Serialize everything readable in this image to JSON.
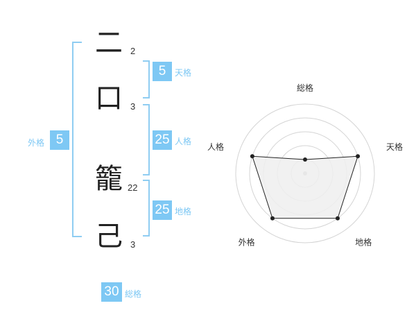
{
  "characters": [
    {
      "char": "二",
      "strokes": "2"
    },
    {
      "char": "口",
      "strokes": "3"
    },
    {
      "char": "籠",
      "strokes": "22"
    },
    {
      "char": "己",
      "strokes": "3"
    }
  ],
  "kaku": {
    "tenkaku": {
      "value": "5",
      "label": "天格"
    },
    "jinkaku": {
      "value": "25",
      "label": "人格"
    },
    "chikaku": {
      "value": "25",
      "label": "地格"
    },
    "gaikaku": {
      "value": "5",
      "label": "外格"
    },
    "soukaku": {
      "value": "30",
      "label": "総格"
    }
  },
  "chart_data": {
    "type": "radar",
    "axes": [
      "総格",
      "天格",
      "地格",
      "外格",
      "人格"
    ],
    "values": [
      0.2,
      0.8,
      0.8,
      0.8,
      0.8
    ],
    "range": [
      0,
      1
    ],
    "rings": 5,
    "colors": {
      "fill": "#efefef",
      "line": "#222222",
      "grid": "#d4d4d4",
      "center": "#bbbbbb"
    }
  },
  "colors": {
    "accent": "#7ec8f4",
    "bracket": "#8fcdf2"
  }
}
